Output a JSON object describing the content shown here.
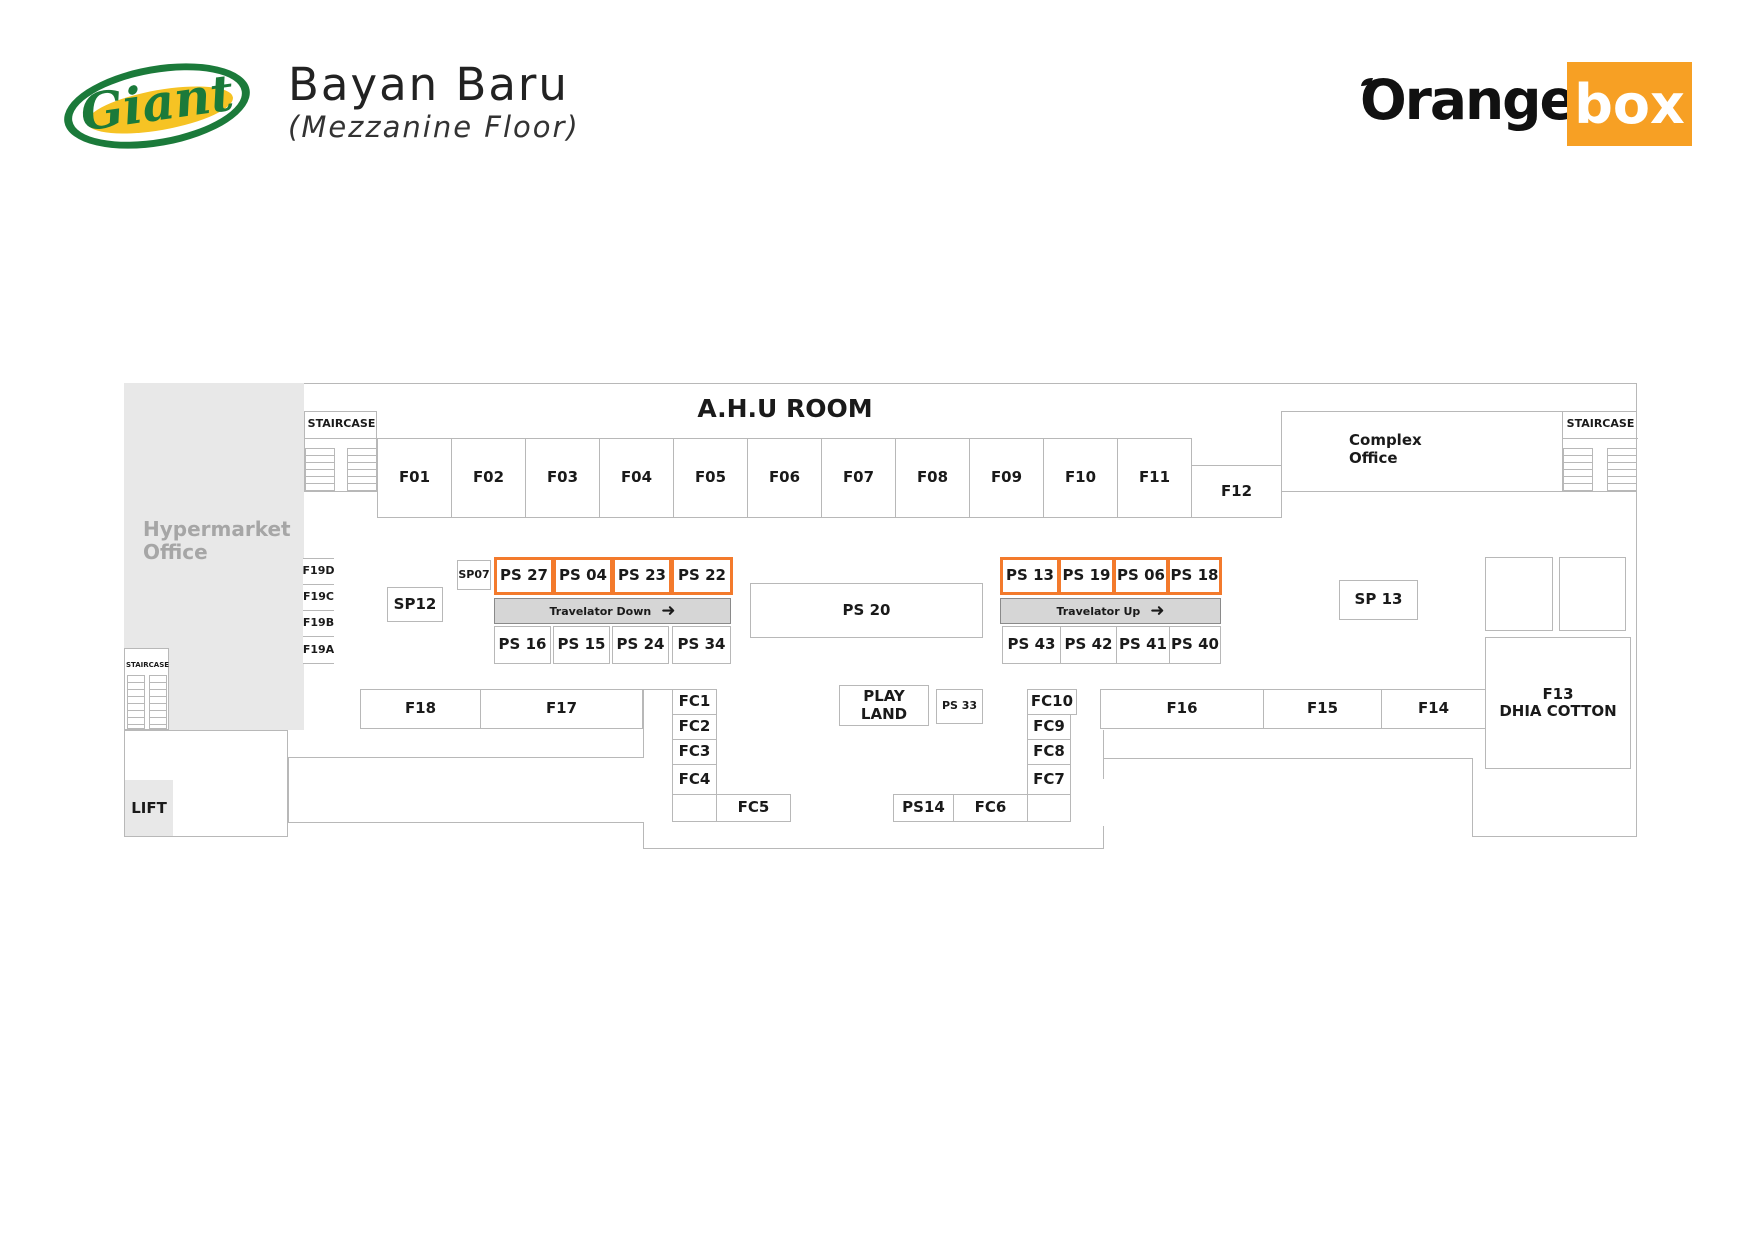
{
  "header": {
    "logo_text": "Giant",
    "location": "Bayan Baru",
    "floor": "(Mezzanine Floor)",
    "brand_part1": "Orange",
    "brand_part2": "box"
  },
  "colors": {
    "highlight": "#f37a2c",
    "brand_orange": "#f7a024",
    "giant_green": "#1b7a3a",
    "giant_yellow": "#f6c324",
    "office_gray": "#e8e8e8"
  },
  "map": {
    "ahu_room": "A.H.U ROOM",
    "hypermarket_office": "Hypermarket Office",
    "complex_office": "Complex Office",
    "staircase": "STAIRCASE",
    "lift": "LIFT",
    "travelator_down": "Travelator Down",
    "travelator_up": "Travelator Up",
    "play_land": "PLAY LAND",
    "f13": "F13",
    "dhia": "DHIA COTTON",
    "top_row": [
      "F01",
      "F02",
      "F03",
      "F04",
      "F05",
      "F06",
      "F07",
      "F08",
      "F09",
      "F10",
      "F11"
    ],
    "f12": "F12",
    "f19": [
      "F19D",
      "F19C",
      "F19B",
      "F19A"
    ],
    "sp07": "SP07",
    "sp12": "SP12",
    "sp13": "SP 13",
    "ps20": "PS 20",
    "ps33": "PS 33",
    "ps14": "PS14",
    "highlight_left": [
      "PS 27",
      "PS 04",
      "PS 23",
      "PS 22"
    ],
    "highlight_right": [
      "PS 13",
      "PS 19",
      "PS 06",
      "PS 18"
    ],
    "lower_left": [
      "PS 16",
      "PS 15",
      "PS 24",
      "PS 34"
    ],
    "lower_right": [
      "PS 43",
      "PS 42",
      "PS 41",
      "PS 40"
    ],
    "f18": "F18",
    "f17": "F17",
    "f16": "F16",
    "f15": "F15",
    "f14": "F14",
    "fc_left": [
      "FC1",
      "FC2",
      "FC3",
      "FC4"
    ],
    "fc5": "FC5",
    "fc_right": [
      "FC10",
      "FC9",
      "FC8",
      "FC7"
    ],
    "fc6": "FC6"
  }
}
